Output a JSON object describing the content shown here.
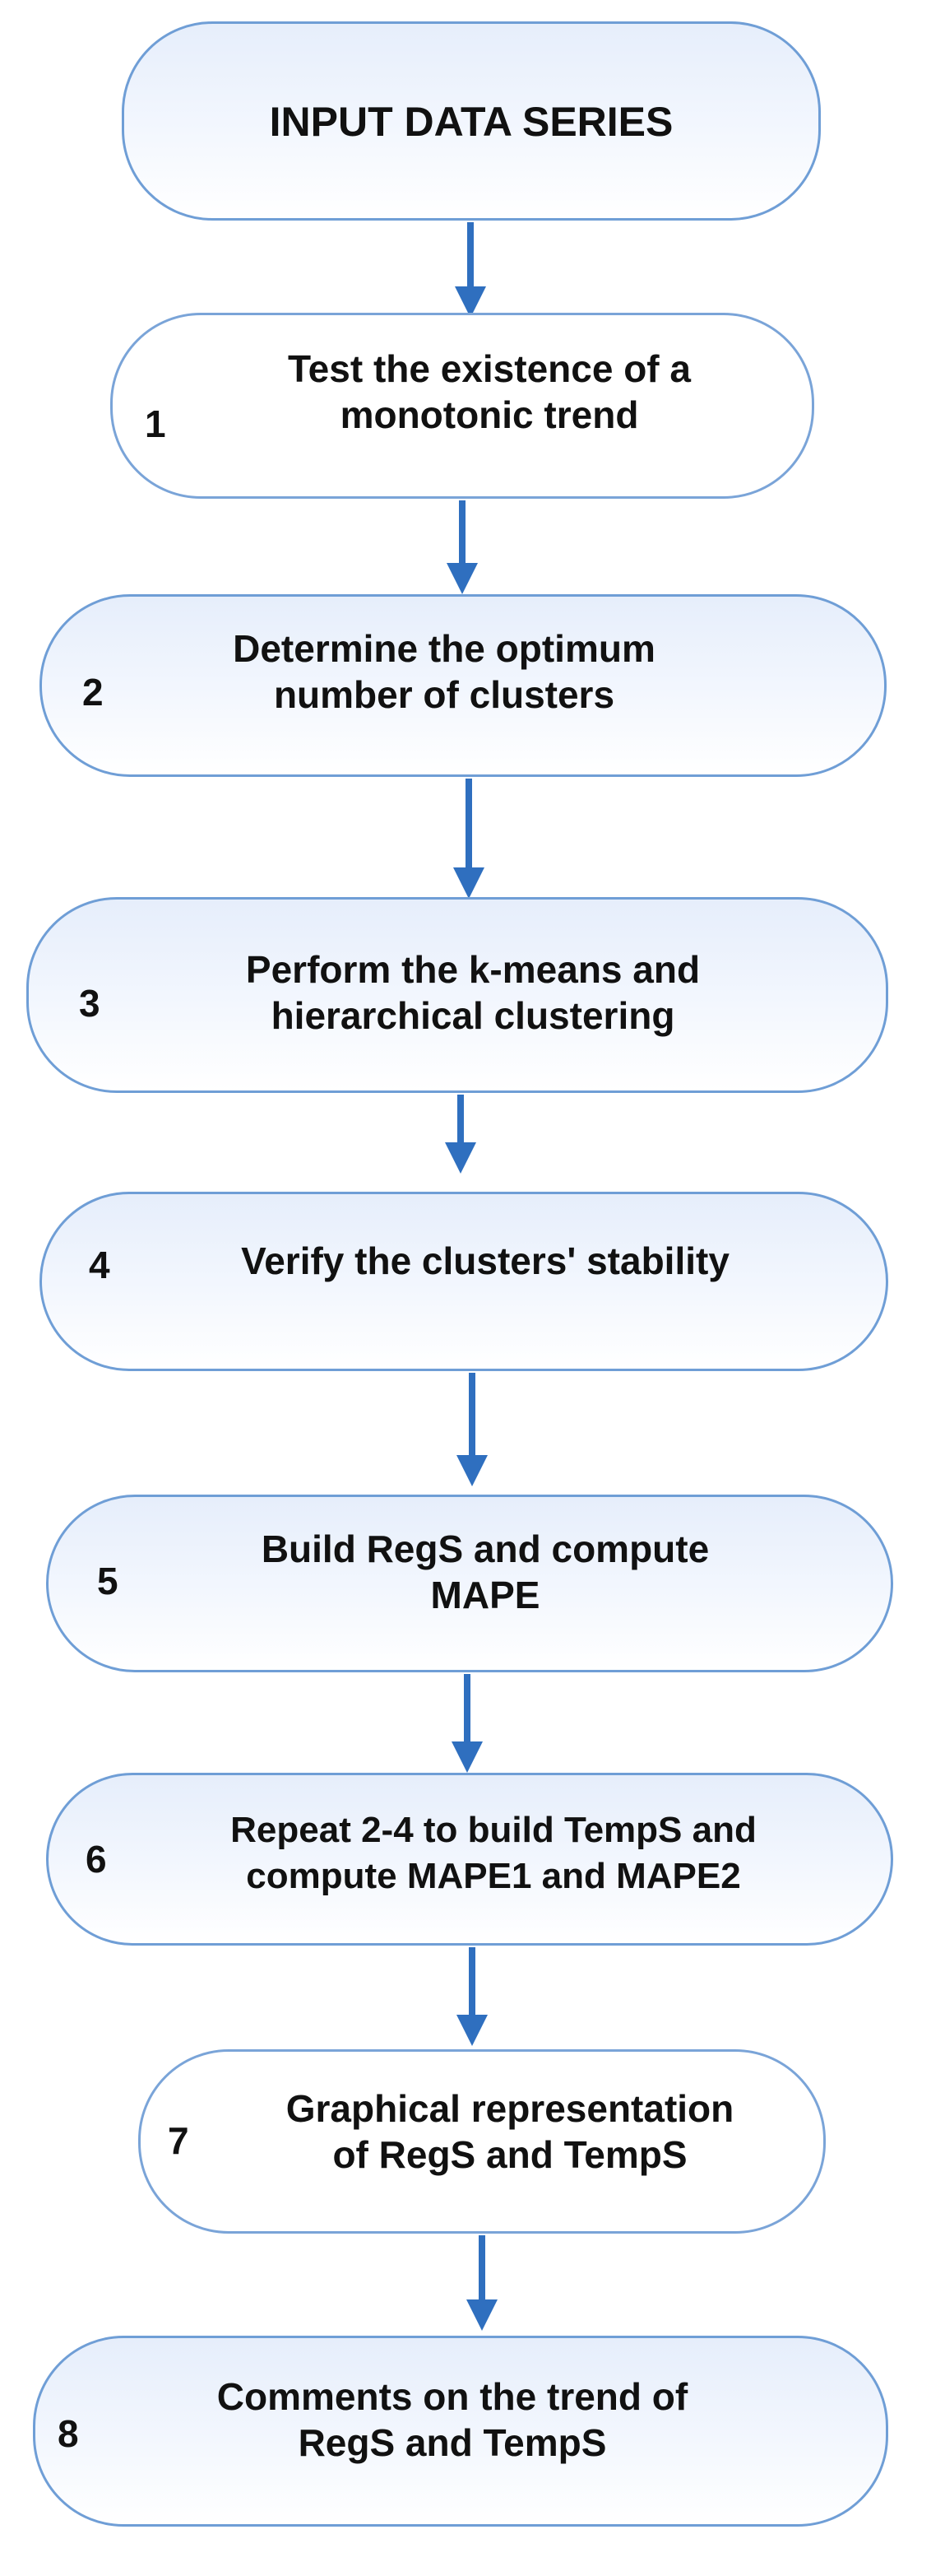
{
  "flowchart": {
    "start": {
      "label": "INPUT DATA SERIES"
    },
    "steps": [
      {
        "number": "1",
        "lines": [
          "Test the existence of a",
          "monotonic trend"
        ]
      },
      {
        "number": "2",
        "lines": [
          "Determine the optimum",
          "number of clusters"
        ]
      },
      {
        "number": "3",
        "lines": [
          "Perform the k-means and",
          "hierarchical clustering"
        ]
      },
      {
        "number": "4",
        "lines": [
          "Verify the clusters' stability"
        ]
      },
      {
        "number": "5",
        "lines": [
          "Build RegS and compute",
          "MAPE"
        ]
      },
      {
        "number": "6",
        "lines": [
          "Repeat 2-4 to build TempS and",
          "compute MAPE1 and MAPE2"
        ]
      },
      {
        "number": "7",
        "lines": [
          "Graphical representation",
          "of RegS and TempS"
        ]
      },
      {
        "number": "8",
        "lines": [
          "Comments on the trend of",
          "RegS and TempS"
        ]
      }
    ],
    "colors": {
      "box_border": "#6f9ed6",
      "box_fill_top": "#e6eefb",
      "arrow": "#2f6fbf",
      "text": "#111111"
    }
  }
}
